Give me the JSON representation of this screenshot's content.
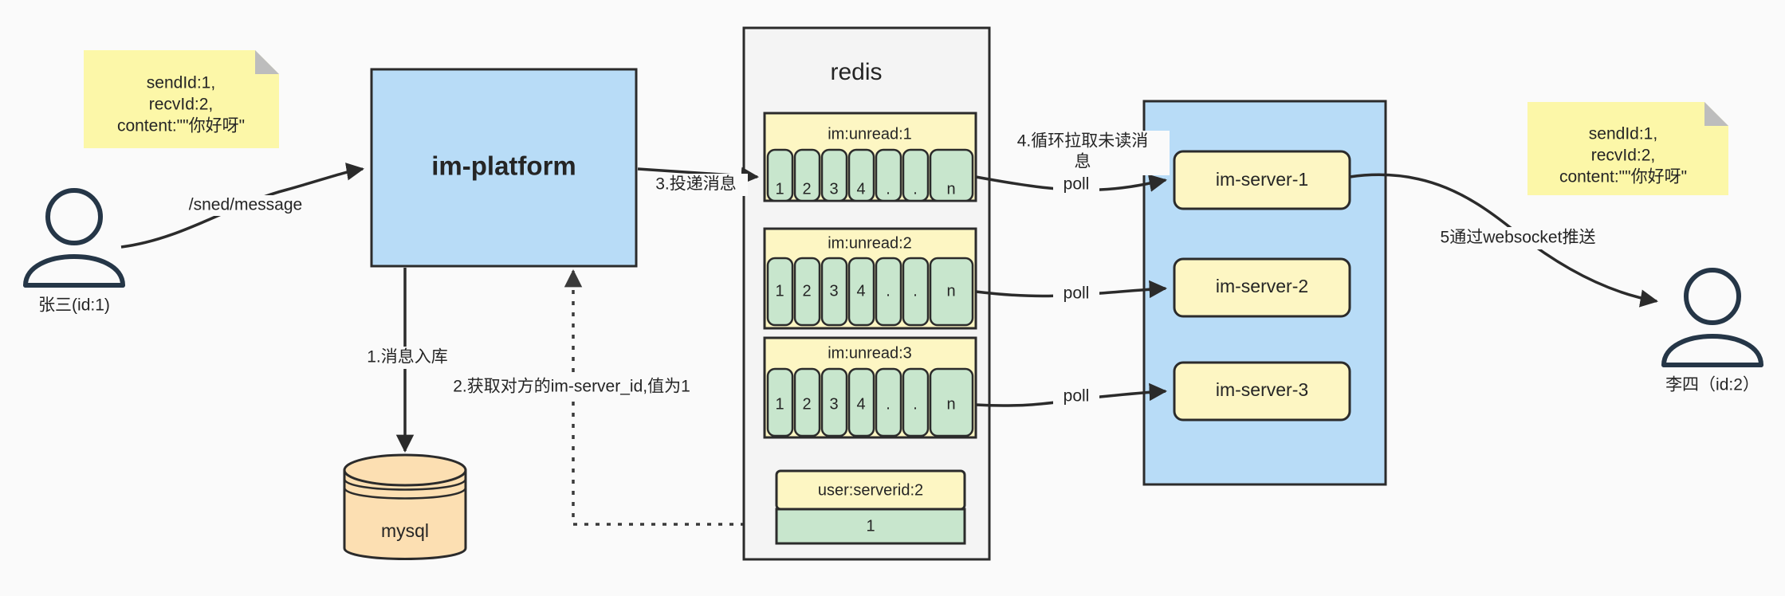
{
  "diagram": {
    "title": "IM message delivery architecture",
    "colors": {
      "background": "#fafafa",
      "blue_fill": "#b8dcf7",
      "yellow_fill": "#fdf6c3",
      "note_fill": "#fcf7a8",
      "green_fill": "#c8e6cd",
      "orange_fill": "#fcdfb2",
      "container_fill": "#f4f4f4",
      "stroke": "#2b2b2b",
      "actor_stroke": "#253647",
      "text": "#252525"
    }
  },
  "notes": {
    "left": {
      "name": "message-payload-note-left",
      "lines": [
        "sendId:1,",
        "recvId:2,",
        "content:\"\"你好呀\""
      ]
    },
    "right": {
      "name": "message-payload-note-right",
      "lines": [
        "sendId:1,",
        "recvId:2,",
        "content:\"\"你好呀\""
      ]
    }
  },
  "actors": {
    "sender": {
      "label": "张三(id:1)"
    },
    "receiver": {
      "label": "李四（id:2）"
    }
  },
  "nodes": {
    "platform": {
      "label": "im-platform"
    },
    "mysql": {
      "label": "mysql"
    },
    "redis": {
      "label": "redis"
    },
    "server_group": {
      "label": ""
    }
  },
  "servers": [
    {
      "label": "im-server-1"
    },
    {
      "label": "im-server-2"
    },
    {
      "label": "im-server-3"
    }
  ],
  "queues": [
    {
      "key": "im:unread:1",
      "cells": [
        "1",
        "2",
        "3",
        "4",
        ".",
        ".",
        "n"
      ]
    },
    {
      "key": "im:unread:2",
      "cells": [
        "1",
        "2",
        "3",
        "4",
        ".",
        ".",
        "n"
      ]
    },
    {
      "key": "im:unread:3",
      "cells": [
        "1",
        "2",
        "3",
        "4",
        ".",
        ".",
        "n"
      ]
    }
  ],
  "kv": {
    "key": "user:serverid:2",
    "value": "1"
  },
  "edges": {
    "send_message": "/sned/message",
    "step1": "1.消息入库",
    "step2": "2.获取对方的im-server_id,值为1",
    "step3": "3.投递消息",
    "step4_line1": "4.循环拉取未读消",
    "step4_line2": "息",
    "poll1": "poll",
    "poll2": "poll",
    "poll3": "poll",
    "step5": "5通过websocket推送"
  }
}
